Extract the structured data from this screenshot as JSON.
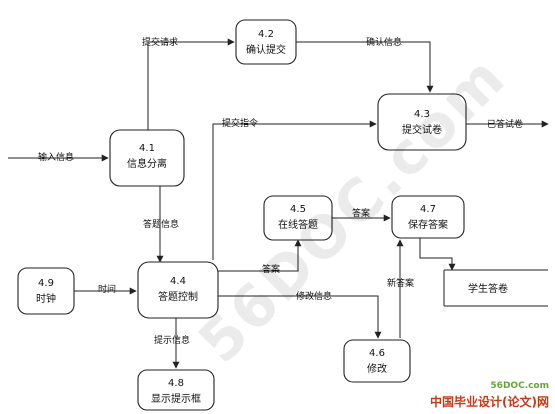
{
  "nodes": {
    "n42": {
      "id": "4.2",
      "label": "确认提交"
    },
    "n41": {
      "id": "4.1",
      "label": "信息分离"
    },
    "n43": {
      "id": "4.3",
      "label": "提交试卷"
    },
    "n45": {
      "id": "4.5",
      "label": "在线答题"
    },
    "n47": {
      "id": "4.7",
      "label": "保存答案"
    },
    "n49": {
      "id": "4.9",
      "label": "时钟"
    },
    "n44": {
      "id": "4.4",
      "label": "答题控制"
    },
    "n46": {
      "id": "4.6",
      "label": "修改"
    },
    "n48": {
      "id": "4.8",
      "label": "显示提示框"
    }
  },
  "store": {
    "label": "学生答卷"
  },
  "edges": {
    "input": "输入信息",
    "submit_request": "提交请求",
    "confirm_info": "确认信息",
    "submit_cmd": "提交指令",
    "answered_paper": "已答试卷",
    "question_info": "答题信息",
    "answer_to_save": "答案",
    "answer_to_online": "答案",
    "time": "时间",
    "modify_info": "修改信息",
    "new_answer": "新答案",
    "hint_info": "提示信息"
  },
  "watermark": "56DOC.com",
  "brand": {
    "site": "56DOC.com",
    "title": "中国毕业设计(论文)网"
  }
}
